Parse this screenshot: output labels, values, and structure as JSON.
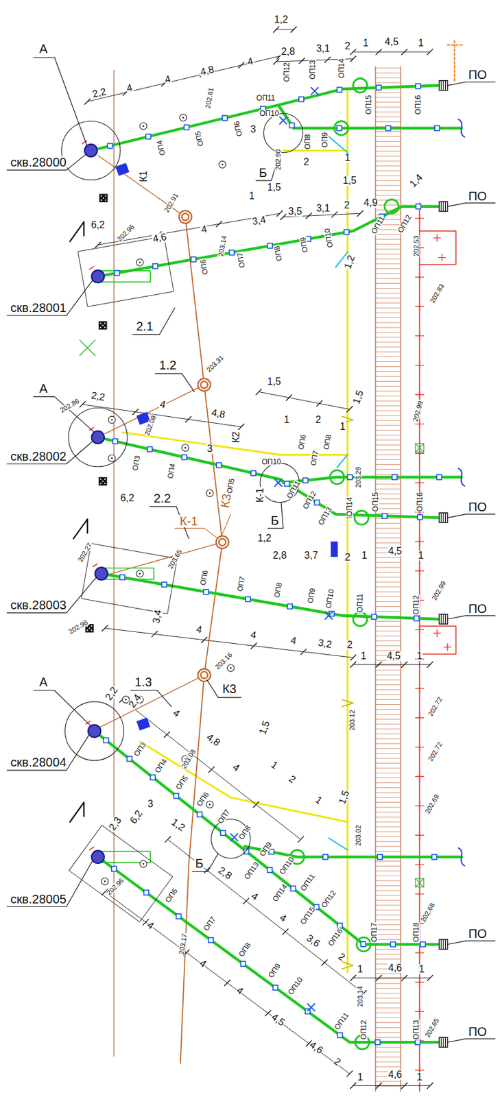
{
  "diagram": {
    "labels": [
      "А",
      "скв.28000",
      "2,2",
      "4",
      "4",
      "4,8",
      "4",
      "1,2",
      "2,8",
      "3,1",
      "2",
      "1",
      "4,5",
      "1",
      "ОП12",
      "ОП13",
      "ОП14",
      "ОП15",
      "ОП16",
      "ОП11",
      "ОП10",
      "ОП8",
      "ОП9",
      "ОП4",
      "ОП5",
      "ОП6",
      "3",
      "К1",
      "202.91",
      "202.81",
      "Б",
      "202.90",
      "2",
      "1",
      "1",
      "1,5",
      "1,5",
      "скв.28001",
      "6,2",
      "4,6",
      "4",
      "3,4",
      "3,5",
      "3,1",
      "2",
      "4,9",
      "1,4",
      "1,2",
      "ОП6",
      "ОП7",
      "ОП8",
      "ОП9",
      "ОП10",
      "ОП11",
      "ОП12",
      "202.96",
      "203.14",
      "202.53",
      "202.83",
      "2.1",
      "А",
      "скв.28002",
      "2,2",
      "4",
      "4,8",
      "1.2",
      "1,5",
      "1,5",
      "1",
      "2",
      "1",
      "К2",
      "ОП3",
      "ОП4",
      "ОП5",
      "ОП6",
      "ОП7",
      "ОП8",
      "ОП10",
      "ОП11",
      "ОП12",
      "ОП13",
      "ОП14",
      "ОП15",
      "ОП16",
      "3",
      "К-1",
      "Б",
      "1,2",
      "2,8",
      "3,7",
      "2",
      "1",
      "4,5",
      "1",
      "202.86",
      "203.31",
      "202.99",
      "203.29",
      "202.08",
      "К-1",
      "К3",
      "скв.28003",
      "6,2",
      "2.2",
      "3,4",
      "4",
      "4",
      "4",
      "3,2",
      "2",
      "1",
      "4,5",
      "1",
      "ОП6",
      "ОП7",
      "ОП8",
      "ОП9",
      "ОП10",
      "ОП11",
      "ОП12",
      "202.98",
      "202.27",
      "203.65",
      "202.99",
      "1.3",
      "К3",
      "А",
      "скв.28004",
      "2,2",
      "2,4",
      "4",
      "4,8",
      "4",
      "1,5",
      "1,5",
      "1",
      "2",
      "1",
      "ОП3",
      "ОП4",
      "ОП5",
      "ОП6",
      "ОП7",
      "ОП8",
      "ОП9",
      "ОП10",
      "ОП11",
      "ОП12",
      "ОП13",
      "ОП14",
      "ОП15",
      "ОП16",
      "ОП17",
      "ОП18",
      "3",
      "Б",
      "1,2",
      "2,8",
      "4",
      "4",
      "3,6",
      "2",
      "1",
      "4,6",
      "1",
      "203.08",
      "203.16",
      "203.12",
      "203.02",
      "202.72",
      "202.72",
      "202.69",
      "202.68",
      "скв.28005",
      "2,3",
      "6,2",
      "4",
      "4",
      "4",
      "4,5",
      "4,6",
      "2",
      "1",
      "4,6",
      "1",
      "ОП6",
      "ОП7",
      "ОП8",
      "ОП9",
      "ОП10",
      "ОП11",
      "ОП12",
      "ОП13",
      "202.96",
      "203.17",
      "203.14",
      "202.65",
      "ПО",
      "ПО",
      "ПО",
      "ПО",
      "ПО",
      "ПО"
    ]
  }
}
